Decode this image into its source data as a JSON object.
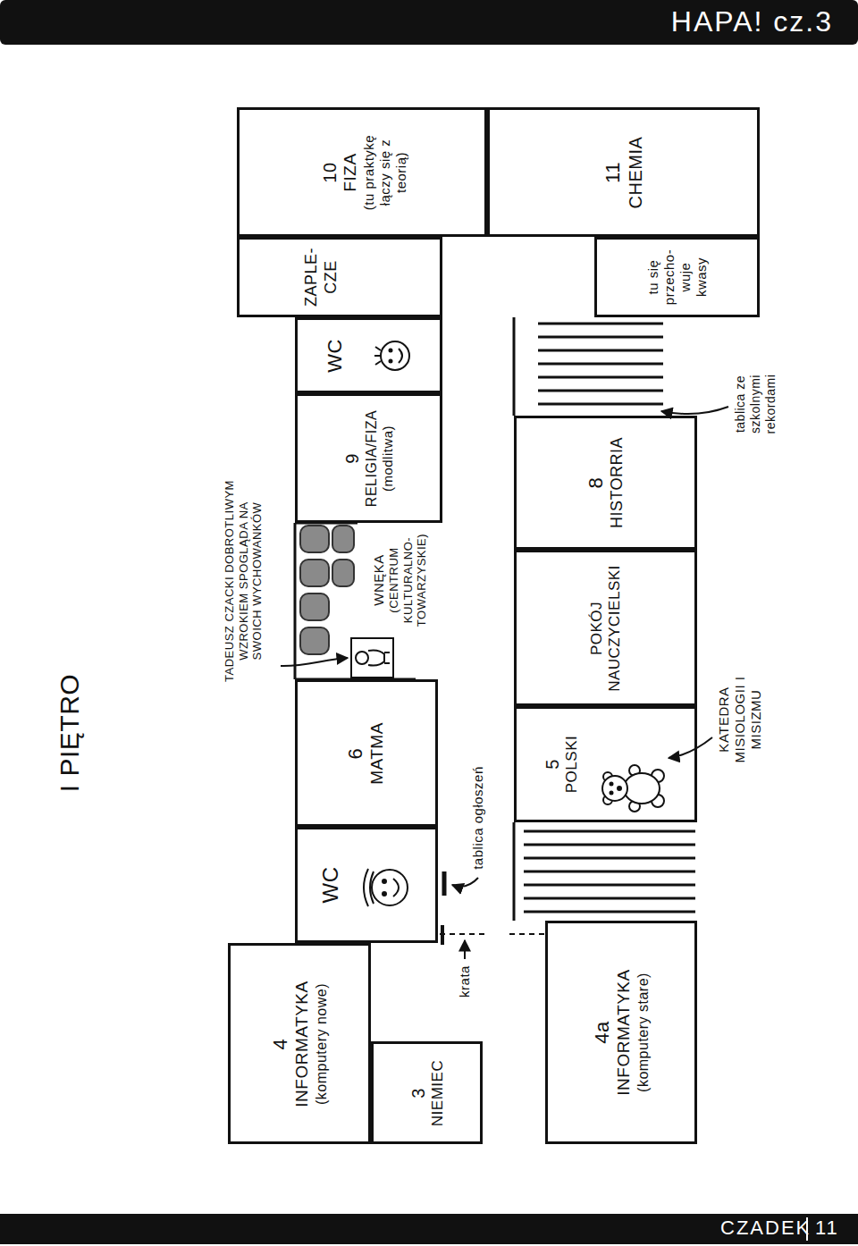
{
  "diagram": {
    "title": "HAPA! cz.3",
    "nodes": [
      {
        "text": [
          "4",
          "INFORMATYKA",
          "(komputery nowe)"
        ]
      },
      {
        "text": [
          "3",
          "NIEMIEC"
        ]
      },
      {
        "text": [
          "WC"
        ]
      },
      {
        "text": [
          "6",
          "MATMA"
        ]
      },
      {
        "text": [
          "WNĘKA",
          "(CENTRUM KULTURALNO-TOWARZYSKIE)"
        ]
      },
      {
        "text": [
          "9",
          "RELIGIA/FIZA",
          "(modlitwa)"
        ]
      },
      {
        "text": [
          "WC"
        ]
      },
      {
        "text": [
          "ZAPLE- CZE"
        ]
      },
      {
        "text": [
          "10",
          "FIZA",
          "(tu praktykę łączy się z teorią)"
        ]
      },
      {
        "text": [
          "4a",
          "INFORMATYKA",
          "(komputery stare)"
        ]
      },
      {
        "text": [
          "5",
          "POLSKI"
        ]
      },
      {
        "text": [
          "POKÓJ NAUCZYCIELSKI"
        ]
      },
      {
        "text": [
          "8",
          "HISTORRIA"
        ]
      },
      {
        "text": [
          "tu się przecho- wuje kwasy"
        ]
      },
      {
        "text": [
          "11",
          "CHEMIA"
        ]
      }
    ],
    "labels": [
      "I PIĘTRO",
      "TADEUSZ CZACKI DOBROTLIWYM WZROKIEM SPOGLĄDA NA SWOICH WYCHOWANKÓW",
      "tablica ogłoszeń",
      "krata",
      "KATEDRA MISIOLOGII I MISIZMU",
      "tablica ze szkolnymi rekordami",
      "CZADEK",
      "11"
    ]
  }
}
